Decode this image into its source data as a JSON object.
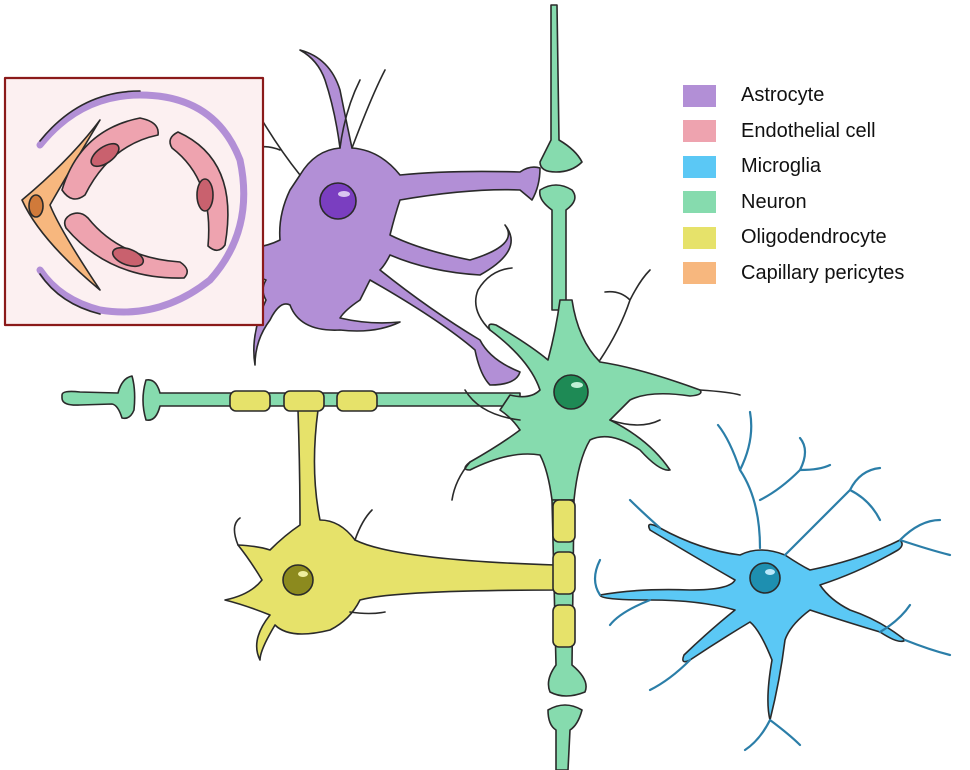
{
  "legend": {
    "items": [
      {
        "label": "Astrocyte",
        "color": "#B28FD6"
      },
      {
        "label": "Endothelial cell",
        "color": "#EEA3AF"
      },
      {
        "label": "Microglia",
        "color": "#5BC8F5"
      },
      {
        "label": "Neuron",
        "color": "#86DBAE"
      },
      {
        "label": "Oligodendrocyte",
        "color": "#E6E26A"
      },
      {
        "label": "Capillary pericytes",
        "color": "#F7B77E"
      }
    ]
  },
  "colors": {
    "astrocyte": "#B28FD6",
    "astrocyte_nucleus": "#7A3EC0",
    "endothelial": "#EEA3AF",
    "endothelial_nucleus": "#C9616E",
    "microglia": "#5BC8F5",
    "microglia_nucleus": "#1E8FB0",
    "neuron": "#86DBAE",
    "neuron_nucleus": "#1E8A55",
    "oligodendrocyte": "#E6E26A",
    "oligodendrocyte_nucleus": "#8C8A1E",
    "pericyte": "#F7B77E",
    "pericyte_nucleus": "#D07A3A",
    "inset_border": "#8B1A1A",
    "inset_fill": "#FCF0F1"
  },
  "icons": {
    "inset": "capillary-cross-section-icon"
  }
}
